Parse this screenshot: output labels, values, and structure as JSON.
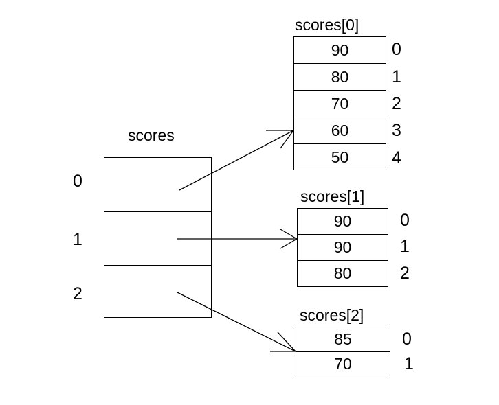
{
  "diagram": {
    "title_main": "scores",
    "background_color": "#ffffff",
    "line_color": "#000000",
    "main_array": {
      "label": "scores",
      "indices": [
        "0",
        "1",
        "2"
      ],
      "cells": [
        "",
        "",
        ""
      ]
    },
    "sub_arrays": [
      {
        "label": "scores[0]",
        "values": [
          "90",
          "80",
          "70",
          "60",
          "50"
        ],
        "indices": [
          "0",
          "1",
          "2",
          "3",
          "4"
        ]
      },
      {
        "label": "scores[1]",
        "values": [
          "90",
          "90",
          "80"
        ],
        "indices": [
          "0",
          "1",
          "2"
        ]
      },
      {
        "label": "scores[2]",
        "values": [
          "85",
          "70"
        ],
        "indices": [
          "0",
          "1"
        ]
      }
    ],
    "arrows": [
      {
        "name": "arrow-row0-to-scores0",
        "from": "scores[0] cell",
        "to": "scores[0] array"
      },
      {
        "name": "arrow-row1-to-scores1",
        "from": "scores[1] cell",
        "to": "scores[1] array"
      },
      {
        "name": "arrow-row2-to-scores2",
        "from": "scores[2] cell",
        "to": "scores[2] array"
      }
    ]
  }
}
